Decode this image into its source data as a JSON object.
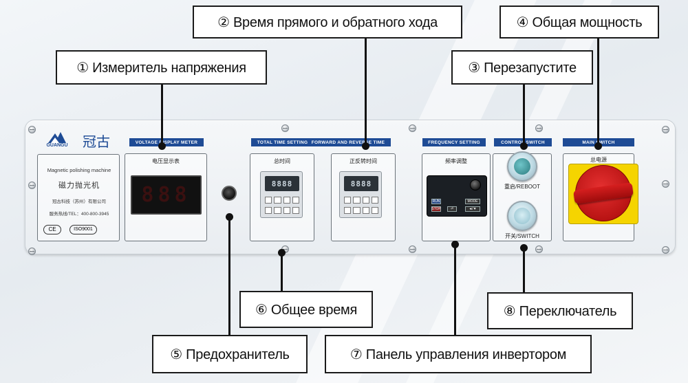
{
  "callouts": {
    "voltmeter": "① Измеритель напряжения",
    "forward_reverse_time": "② Время прямого и обратного хода",
    "restart": "③  Перезапустите",
    "total_power": "④ Общая мощность",
    "fuse": "⑤ Предохранитель",
    "total_time": "⑥ Общее время",
    "inverter_panel": "⑦ Панель управления инвертором",
    "switch": "⑧ Переключатель"
  },
  "brand": {
    "logo_text": "GUANGU",
    "name": "冠古",
    "machine_en": "Magnetic polishing machine",
    "machine_cn": "磁力抛光机",
    "company": "冠古科技（苏州）有限公司",
    "hotline": "服务热线/TEL：400-800-3945",
    "cert_ce": "CE",
    "cert_iso": "ISO9001"
  },
  "sections": {
    "voltage_header": "VOLTAGE DISPLAY METER",
    "voltage_label": "电压显示表",
    "meter_value": "888",
    "time_header_left": "TOTAL TIME SETTING",
    "time_header_right": "FORWARD AND REVERSE TIME",
    "total_time_label": "总时间",
    "fr_time_label": "正反转时间",
    "timer_display": "8888",
    "frequency_header": "FREQUENCY SETTING",
    "frequency_label": "频率调整",
    "control_header": "CONTROL SWITCH",
    "reboot_label": "重启/REBOOT",
    "switch_label": "开关/SWITCH",
    "main_header": "MAIN SWITCH",
    "main_label": "总电源"
  },
  "inverter": {
    "btn_run": "RUN",
    "btn_stop": "STOP",
    "btn_mode": "MODE",
    "btn_dir": "◄/▼",
    "btn_enter": "⏎"
  },
  "colors": {
    "header_blue": "#1e4b95",
    "switch_yellow": "#f5d400",
    "switch_red": "#c81414"
  }
}
